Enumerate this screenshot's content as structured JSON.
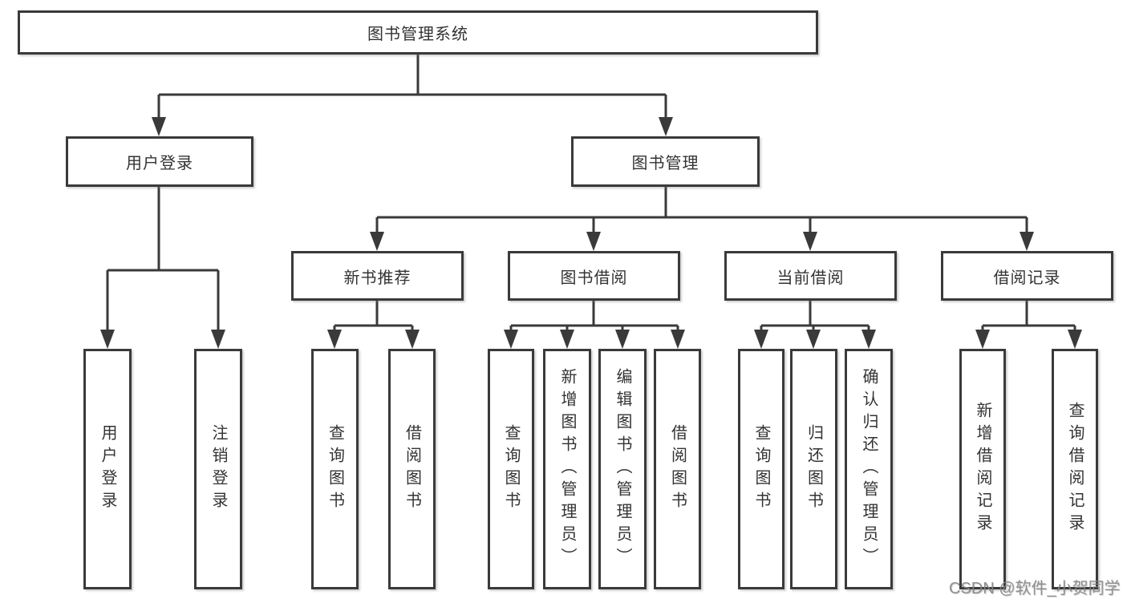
{
  "colors": {
    "line": "#3a3a3a",
    "border": "#3a3a3a",
    "text": "#333333",
    "watermark": "#878787",
    "background": "#ffffff"
  },
  "watermark": {
    "text": "CSDN @软件_小贺同学"
  },
  "tree": {
    "label": "图书管理系统",
    "children": [
      {
        "label": "用户登录",
        "children": [
          {
            "label": "用户登录"
          },
          {
            "label": "注销登录"
          }
        ]
      },
      {
        "label": "图书管理",
        "children": [
          {
            "label": "新书推荐",
            "children": [
              {
                "label": "查询图书"
              },
              {
                "label": "借阅图书"
              }
            ]
          },
          {
            "label": "图书借阅",
            "children": [
              {
                "label": "查询图书"
              },
              {
                "label": "新增图书（管理员）"
              },
              {
                "label": "编辑图书（管理员）"
              },
              {
                "label": "借阅图书"
              }
            ]
          },
          {
            "label": "当前借阅",
            "children": [
              {
                "label": "查询图书"
              },
              {
                "label": "归还图书"
              },
              {
                "label": "确认归还（管理员）"
              }
            ]
          },
          {
            "label": "借阅记录",
            "children": [
              {
                "label": "新增借阅记录"
              },
              {
                "label": "查询借阅记录"
              }
            ]
          }
        ]
      }
    ]
  }
}
